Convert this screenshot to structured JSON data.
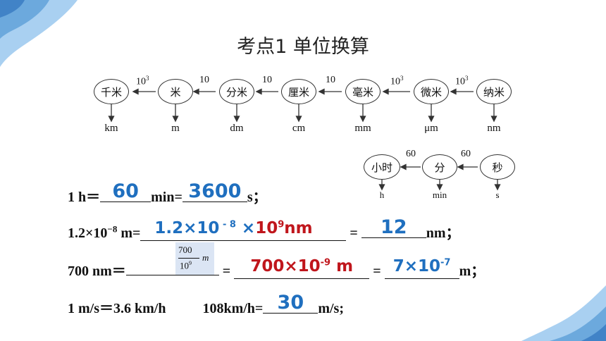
{
  "title": "考点1  单位换算",
  "length_chain": {
    "nodes": [
      "千米",
      "米",
      "分米",
      "厘米",
      "毫米",
      "微米",
      "纳米"
    ],
    "units": [
      "km",
      "m",
      "dm",
      "cm",
      "mm",
      "μm",
      "nm"
    ],
    "factors": [
      "10",
      "10",
      "10",
      "10",
      "10",
      "10"
    ],
    "factor_exps": [
      "3",
      "",
      "",
      "",
      "3",
      "3"
    ]
  },
  "time_chain": {
    "nodes": [
      "小时",
      "分",
      "秒"
    ],
    "units": [
      "h",
      "min",
      "s"
    ],
    "factors": [
      "60",
      "60"
    ]
  },
  "lines": {
    "l1": {
      "prefix": "1 h＝",
      "ans1": "60",
      "mid": "min=",
      "ans2": "3600",
      "suffix": "s；"
    },
    "l2": {
      "prefix": "1.2×10",
      "exp": "−8",
      "mid": " m=",
      "ans1_a": "1.2×10",
      "ans1_exp": " - 8",
      "ans1_b": " ×",
      "ans1_red": "10",
      "ans1_red_exp": "9",
      "ans1_red_c": "nm",
      "eq": " = ",
      "ans2": "12",
      "suffix": "nm；"
    },
    "l3": {
      "prefix": "700 nm＝",
      "frac_num": "700",
      "frac_den_base": "10",
      "frac_den_exp": "9",
      "frac_unit": "m",
      "eq": " = ",
      "ans1_base": "700×10",
      "ans1_exp": "-9",
      "ans1_unit": " m",
      "eq2": " = ",
      "ans2_base": "7×10",
      "ans2_exp": "-7",
      "suffix": "m；"
    },
    "l4": {
      "left": "1 m/s＝3.6 km/h",
      "prefix": "108km/h=",
      "ans": "30",
      "suffix": "m/s;"
    }
  },
  "colors": {
    "answer_blue": "#1f6fbf",
    "answer_red": "#c0161c",
    "deco_blue": "#7fb6e6"
  }
}
